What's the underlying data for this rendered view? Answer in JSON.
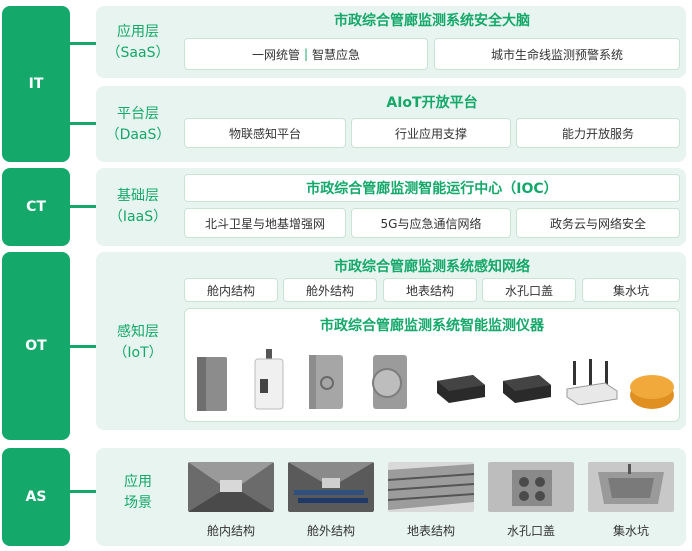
{
  "colors": {
    "accent": "#14a86a",
    "panel_bg": "#e8f4ef",
    "box_border": "#c9e3d5"
  },
  "side_labels": {
    "it": "IT",
    "ct": "CT",
    "ot": "OT",
    "as": "AS"
  },
  "saas": {
    "label_1": "应用层",
    "label_2": "（SaaS）",
    "title": "市政综合管廊监测系统安全大脑",
    "box1_a": "一网统管",
    "box1_sep": "|",
    "box1_b": "智慧应急",
    "box2": "城市生命线监测预警系统"
  },
  "daas": {
    "label_1": "平台层",
    "label_2": "（DaaS）",
    "title": "AIoT开放平台",
    "boxes": [
      "物联感知平台",
      "行业应用支撑",
      "能力开放服务"
    ]
  },
  "iaas": {
    "label_1": "基础层",
    "label_2": "（IaaS）",
    "title": "市政综合管廊监测智能运行中心（IOC）",
    "boxes": [
      "北斗卫星与地基增强网",
      "5G与应急通信网络",
      "政务云与网络安全"
    ]
  },
  "iot": {
    "label_1": "感知层",
    "label_2": "（IoT）",
    "title": "市政综合管廊监测系统感知网络",
    "boxes": [
      "舱内结构",
      "舱外结构",
      "地表结构",
      "水孔口盖",
      "集水坑"
    ],
    "device_title": "市政综合管廊监测系统智能监测仪器",
    "devices": [
      "grey-box-sensor-icon",
      "white-sensor-icon",
      "grey-panel-sensor-icon",
      "round-sensor-icon",
      "black-gateway-icon",
      "black-gateway-icon",
      "router-icon",
      "orange-disc-sensor-icon"
    ]
  },
  "scenes": {
    "label_1": "应用",
    "label_2": "场景",
    "captions": [
      "舱内结构",
      "舱外结构",
      "地表结构",
      "水孔口盖",
      "集水坑"
    ]
  }
}
